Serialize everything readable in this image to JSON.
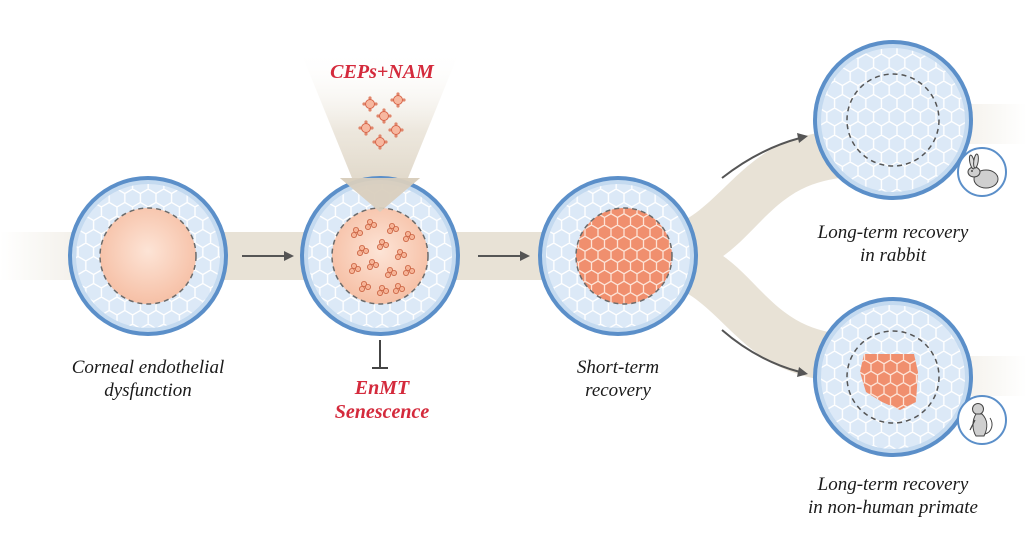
{
  "treatment": {
    "label": "CEPs+NAM"
  },
  "inhibits": {
    "line1": "EnMT",
    "line2": "Senescence"
  },
  "stages": [
    {
      "line1": "Corneal endothelial",
      "line2": "dysfunction"
    },
    {
      "line1": "Short-term",
      "line2": "recovery"
    },
    {
      "line1": "Long-term recovery",
      "line2": "in rabbit"
    },
    {
      "line1": "Long-term recovery",
      "line2": "in non-human primate"
    }
  ],
  "colors": {
    "rim": "#5b8fc9",
    "rim_inner": "#c4daf0",
    "hex_fill": "#dce9f7",
    "hex_stroke": "#ffffff",
    "lesion": "#f8cdb4",
    "cell": "#f4a583",
    "path": "#e8e2d6",
    "accent_red": "#d42a3c",
    "arrow": "#555555"
  },
  "icons": [
    "rabbit-icon",
    "monkey-icon",
    "nanoparticle-icon"
  ]
}
